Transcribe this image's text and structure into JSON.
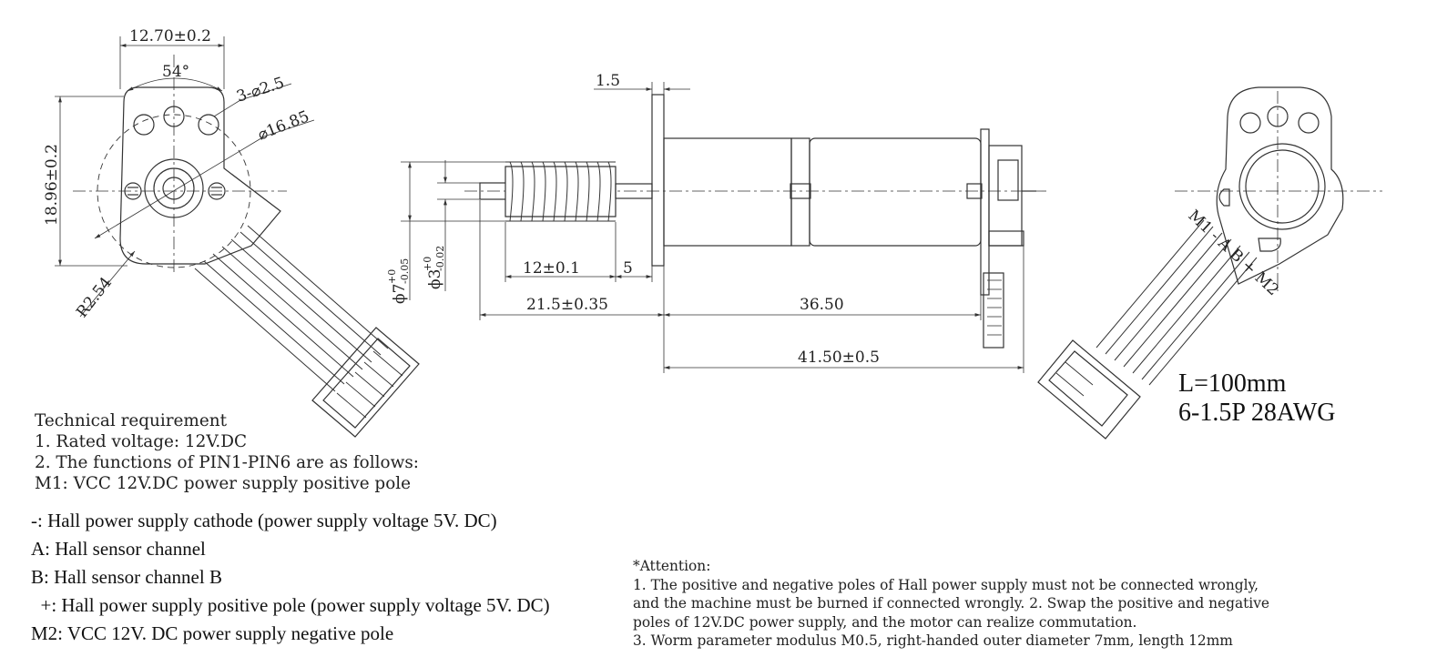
{
  "dimensions": {
    "width_top": "12.70±0.2",
    "angle": "54°",
    "holes": "3-⌀2.5",
    "pcd": "⌀16.85",
    "height_left": "18.96±0.2",
    "radius": "R2.54",
    "flange_thickness": "1.5",
    "worm_length": "12±0.1",
    "worm_gap": "5",
    "shaft_length": "21.5±0.35",
    "motor_length": "36.50",
    "overall_length": "41.50±0.5",
    "worm_diameter": "ϕ7",
    "worm_dia_tol_upper": "+0",
    "worm_dia_tol_lower": "-0.05",
    "shaft_diameter": "ϕ3",
    "shaft_dia_tol_upper": "+0",
    "shaft_dia_tol_lower": "-0.02",
    "board_pins": "M1 - A B + M2"
  },
  "cable": {
    "length": "L=100mm",
    "spec": "6-1.5P   28AWG"
  },
  "technical_requirement": {
    "title": "Technical requirement",
    "lines": [
      "1. Rated voltage: 12V.DC",
      "2. The functions of PIN1-PIN6 are as follows:",
      "M1: VCC 12V.DC power supply positive pole"
    ]
  },
  "pin_functions": [
    "-: Hall power supply cathode (power  supply voltage 5V. DC)",
    "A: Hall sensor channel",
    "B: Hall sensor channel B",
    "  +: Hall power supply positive pole (power supply voltage 5V. DC)",
    "M2: VCC 12V. DC power supply negative pole"
  ],
  "attention": {
    "title": "*Attention:",
    "lines": [
      "1. The positive and negative poles of Hall power supply must not be connected wrongly,",
      "and the machine must be burned if connected wrongly. 2. Swap the positive and negative",
      "poles of 12V.DC power supply, and the motor can realize commutation.",
      "3. Worm parameter modulus M0.5, right-handed outer diameter 7mm, length 12mm"
    ]
  },
  "colors": {
    "line": "#333333",
    "hatch": "#555555",
    "background": "#ffffff"
  }
}
